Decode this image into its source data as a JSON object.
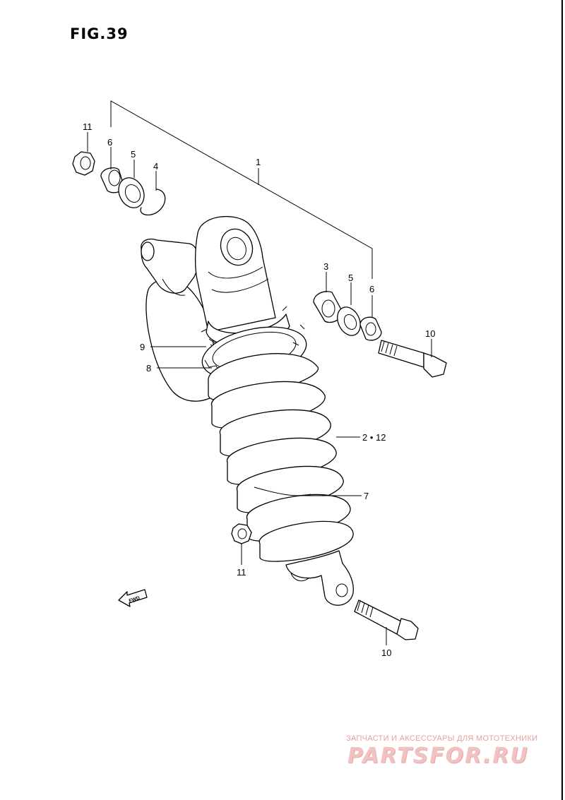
{
  "figure": {
    "title": "FIG.39"
  },
  "callouts": [
    {
      "id": "c11a",
      "text": "11"
    },
    {
      "id": "c6a",
      "text": "6"
    },
    {
      "id": "c5a",
      "text": "5"
    },
    {
      "id": "c4",
      "text": "4"
    },
    {
      "id": "c1",
      "text": "1"
    },
    {
      "id": "c3",
      "text": "3"
    },
    {
      "id": "c5b",
      "text": "5"
    },
    {
      "id": "c6b",
      "text": "6"
    },
    {
      "id": "c10a",
      "text": "10"
    },
    {
      "id": "c9",
      "text": "9"
    },
    {
      "id": "c8",
      "text": "8"
    },
    {
      "id": "c2",
      "text": "2 • 12"
    },
    {
      "id": "c7",
      "text": "7"
    },
    {
      "id": "c11b",
      "text": "11"
    },
    {
      "id": "c10b",
      "text": "10"
    }
  ],
  "fwd_label": "FWD",
  "watermark": {
    "tagline": "ЗАПЧАСТИ И АКСЕССУАРЫ ДЛЯ МОТОТЕХНИКИ",
    "logo": "PARTSFOR.RU"
  },
  "icons": [
    "shock-absorber-icon",
    "spring-icon",
    "nut-icon",
    "bolt-icon",
    "bushing-icon",
    "washer-icon",
    "circlip-icon",
    "fwd-arrow-icon"
  ]
}
